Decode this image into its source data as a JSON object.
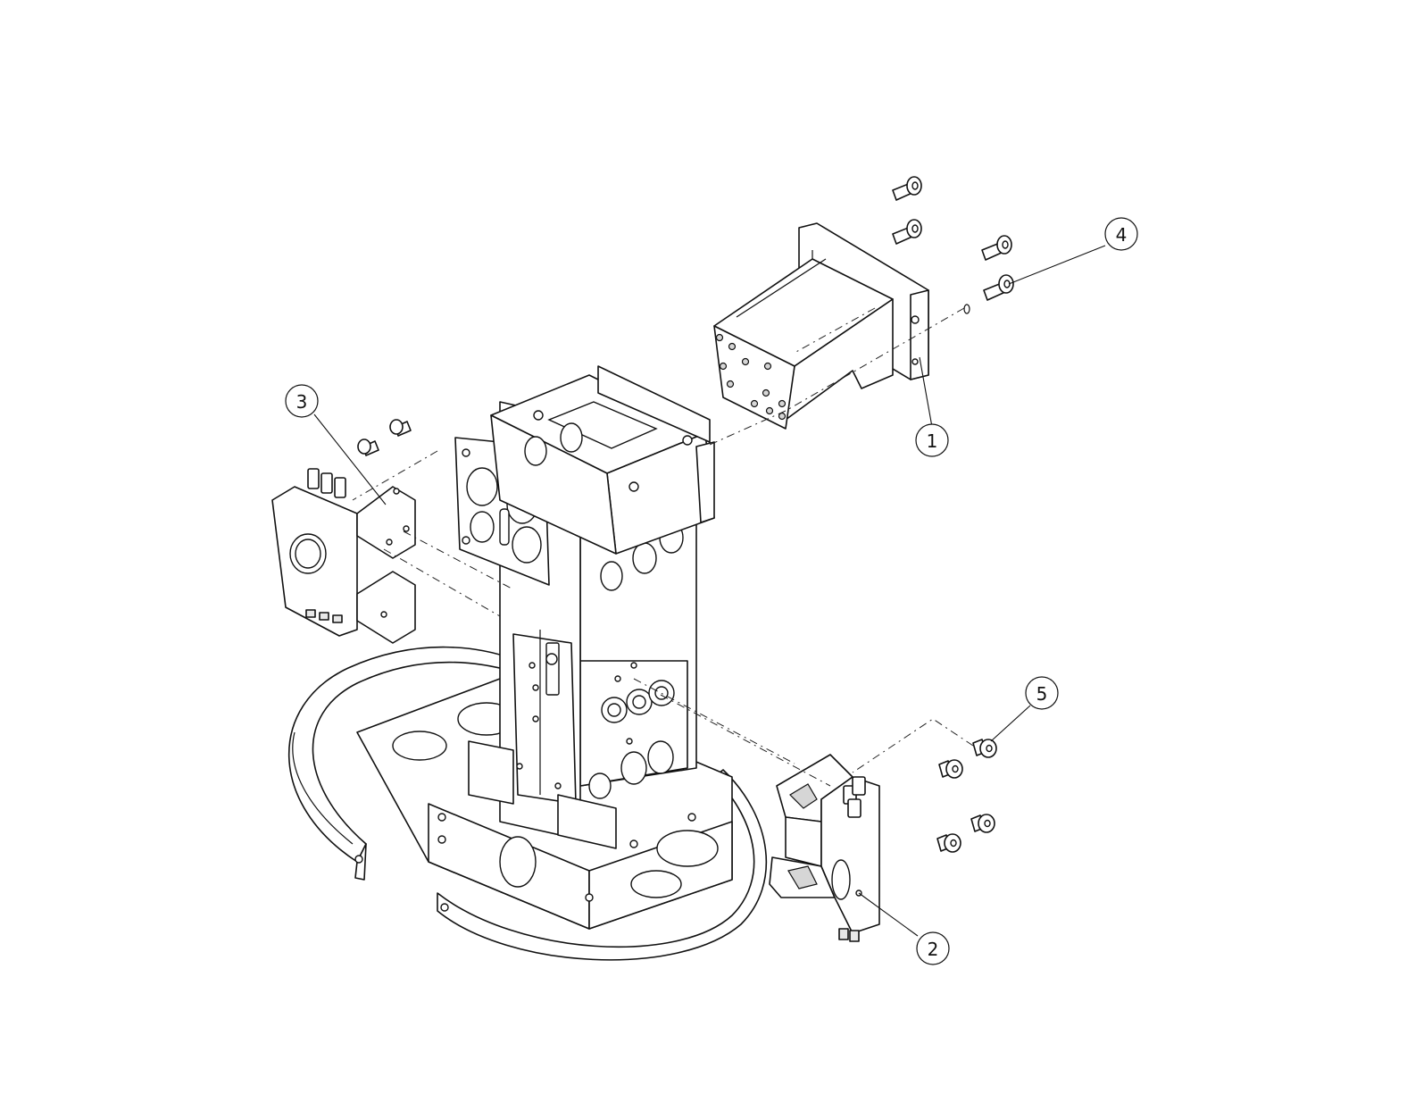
{
  "balloons": [
    {
      "label": "1"
    },
    {
      "label": "2"
    },
    {
      "label": "3"
    },
    {
      "label": "4"
    },
    {
      "label": "5"
    }
  ],
  "colors": {
    "line": "#111111",
    "background": "#ffffff"
  }
}
